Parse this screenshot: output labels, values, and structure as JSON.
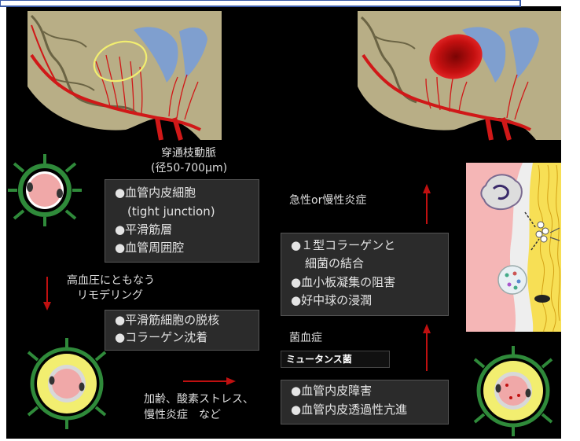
{
  "penetrating_artery": {
    "name": "穿通枝動脈",
    "diameter": "(径50-700μm)"
  },
  "wall_box": {
    "items": [
      "●血管内皮細胞",
      "(tight junction)",
      "●平滑筋層",
      "●血管周囲腔"
    ]
  },
  "hypertension": {
    "line1": "高血圧にともなう",
    "line2": "リモデリング"
  },
  "remodeling_box": {
    "items": [
      "●平滑筋細胞の脱核",
      "●コラーゲン沈着"
    ]
  },
  "aging": {
    "line1": "加齢、酸素ストレス、",
    "line2": "慢性炎症　など"
  },
  "inflammation": {
    "label": "急性or慢性炎症"
  },
  "collagen_box": {
    "items": [
      "●１型コラーゲンと",
      "細菌の結合",
      "●血小板凝集の阻害",
      "●好中球の浸潤"
    ]
  },
  "bacteremia": {
    "label": "菌血症",
    "tag": "ミュータンス菌"
  },
  "endothelium_box": {
    "items": [
      "●血管内皮障害",
      "●血管内皮透過性亢進"
    ]
  },
  "colors": {
    "background": "#000000",
    "brain_tissue": "#b8ae86",
    "vessel": "#d01818",
    "ventricle": "#7f9fcf",
    "lumen": "#f0a8a8",
    "collagen_ring": "#f2ee70",
    "muscle": "#2f8a3a",
    "arrow": "#c01010",
    "fibers": "#f7df55"
  }
}
